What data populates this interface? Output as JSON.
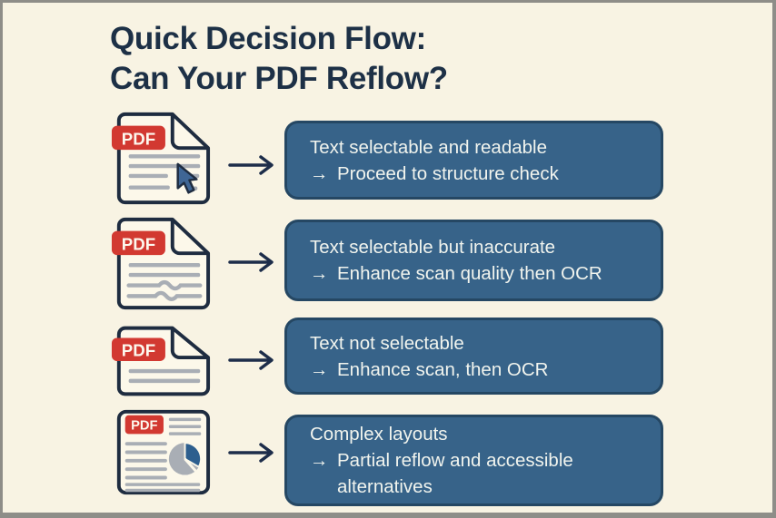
{
  "title": {
    "line1": "Quick Decision Flow:",
    "line2": "Can Your PDF Reflow?"
  },
  "pdf_badge_label": "PDF",
  "arrow_glyph": "→",
  "rows": [
    {
      "icon": "pdf-document-cursor",
      "condition": "Text selectable and readable",
      "action": "Proceed to structure check"
    },
    {
      "icon": "pdf-document-wavy-text",
      "condition": "Text selectable but inaccurate",
      "action": "Enhance scan quality then OCR"
    },
    {
      "icon": "pdf-document-sparse-text",
      "condition": "Text not selectable",
      "action": "Enhance scan, then OCR"
    },
    {
      "icon": "pdf-document-complex-layout",
      "condition": "Complex layouts",
      "action": "Partial reflow and accessible",
      "action_line2": "alternatives"
    }
  ],
  "colors": {
    "background": "#f8f3e3",
    "frame_border": "#8e8d88",
    "title_text": "#1d3046",
    "box_fill": "#376389",
    "box_border": "#254763",
    "box_text": "#f1f4ee",
    "badge_red": "#d23931",
    "badge_text": "#fdf8ee",
    "doc_outline": "#1e2c40",
    "doc_fill": "#fcf8ea",
    "doc_line_gray": "#a9aeb5",
    "cursor_blue": "#3f6695",
    "pie_gray": "#a9aeb5",
    "pie_blue": "#2d5f8e",
    "flow_arrow": "#1d2d4a"
  }
}
